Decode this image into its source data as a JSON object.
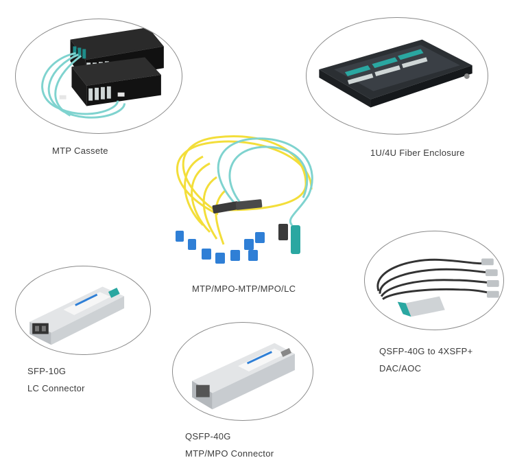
{
  "products": [
    {
      "id": "mtp-cassette",
      "lines": [
        "MTP Cassete"
      ]
    },
    {
      "id": "fiber-enclosure",
      "lines": [
        "1U/4U Fiber Enclosure"
      ]
    },
    {
      "id": "mtp-harness",
      "lines": [
        "MTP/MPO-MTP/MPO/LC"
      ]
    },
    {
      "id": "sfp-10g",
      "lines": [
        "SFP-10G",
        "LC Connector"
      ]
    },
    {
      "id": "qsfp-breakout",
      "lines": [
        "QSFP-40G to 4XSFP+",
        "DAC/AOC"
      ]
    },
    {
      "id": "qsfp-40g",
      "lines": [
        "QSFP-40G",
        "MTP/MPO Connector"
      ]
    }
  ],
  "colors": {
    "oval_border": "#8a8a8a",
    "aqua_fiber": "#7fd3cf",
    "yellow_fiber": "#f3de3a",
    "lc_blue": "#2f7fd6",
    "mtp_teal": "#2aa7a1",
    "module_silver": "#d9dbdd"
  }
}
